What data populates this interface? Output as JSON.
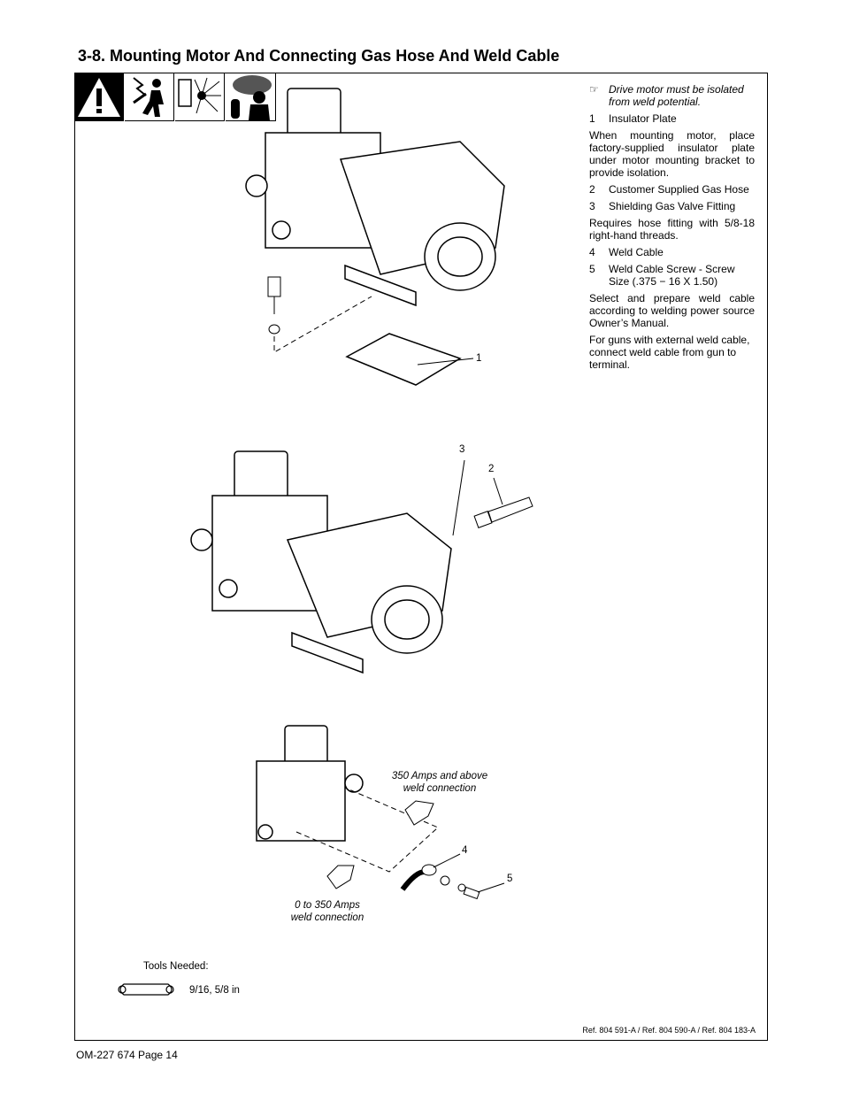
{
  "section_title": "3-8.   Mounting Motor And Connecting Gas Hose And Weld Cable",
  "safety_icons": [
    "warning-triangle-icon",
    "electric-shock-icon",
    "arc-rays-sparks-icon",
    "fumes-gas-cylinder-icon"
  ],
  "instructions": {
    "note": "Drive motor must be isolated from weld potential.",
    "items": [
      {
        "num": "1",
        "label": "Insulator Plate",
        "desc": "When mounting motor, place factory-supplied insulator plate under motor mounting bracket to provide isolation."
      },
      {
        "num": "2",
        "label": "Customer Supplied Gas Hose",
        "desc": ""
      },
      {
        "num": "3",
        "label": "Shielding Gas Valve Fitting",
        "desc": "Requires hose fitting with 5/8-18 right-hand threads."
      },
      {
        "num": "4",
        "label": "Weld Cable",
        "desc": ""
      },
      {
        "num": "5",
        "label": "Weld Cable Screw - Screw Size (.375 − 16 X 1.50)",
        "desc": "Select and prepare weld cable according to welding power source Owner’s Manual."
      }
    ],
    "extra": "For guns with external weld cable, connect weld cable from gun to terminal."
  },
  "callouts": {
    "c1": "1",
    "c2": "2",
    "c3": "3",
    "c4": "4",
    "c5": "5"
  },
  "labels": {
    "above350": "350 Amps and above weld connection",
    "below350": "0 to 350 Amps weld connection",
    "tools_needed": "Tools Needed:",
    "tool_sizes": "9/16, 5/8 in"
  },
  "reference": "Ref. 804 591-A / Ref. 804 590-A / Ref. 804 183-A",
  "footer": "OM-227 674 Page 14"
}
